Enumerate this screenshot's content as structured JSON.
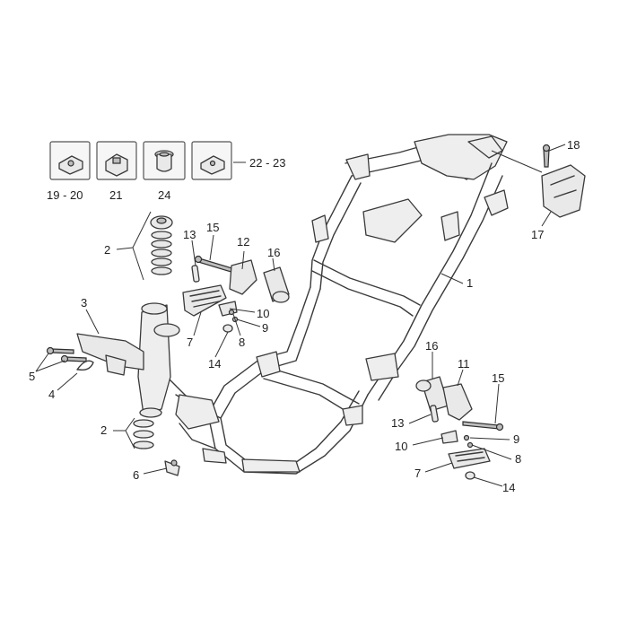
{
  "callouts": {
    "c1": "1",
    "c2a": "2",
    "c2b": "2",
    "c3": "3",
    "c4": "4",
    "c5": "5",
    "c6": "6",
    "c7a": "7",
    "c7b": "7",
    "c8a": "8",
    "c8b": "8",
    "c9a": "9",
    "c9b": "9",
    "c10a": "10",
    "c10b": "10",
    "c11": "11",
    "c12": "12",
    "c13a": "13",
    "c13b": "13",
    "c14a": "14",
    "c14b": "14",
    "c15a": "15",
    "c15b": "15",
    "c16a": "16",
    "c16b": "16",
    "c17": "17",
    "c18": "18",
    "c1920": "19 - 20",
    "c21": "21",
    "c24": "24",
    "c2223": "22 - 23"
  }
}
